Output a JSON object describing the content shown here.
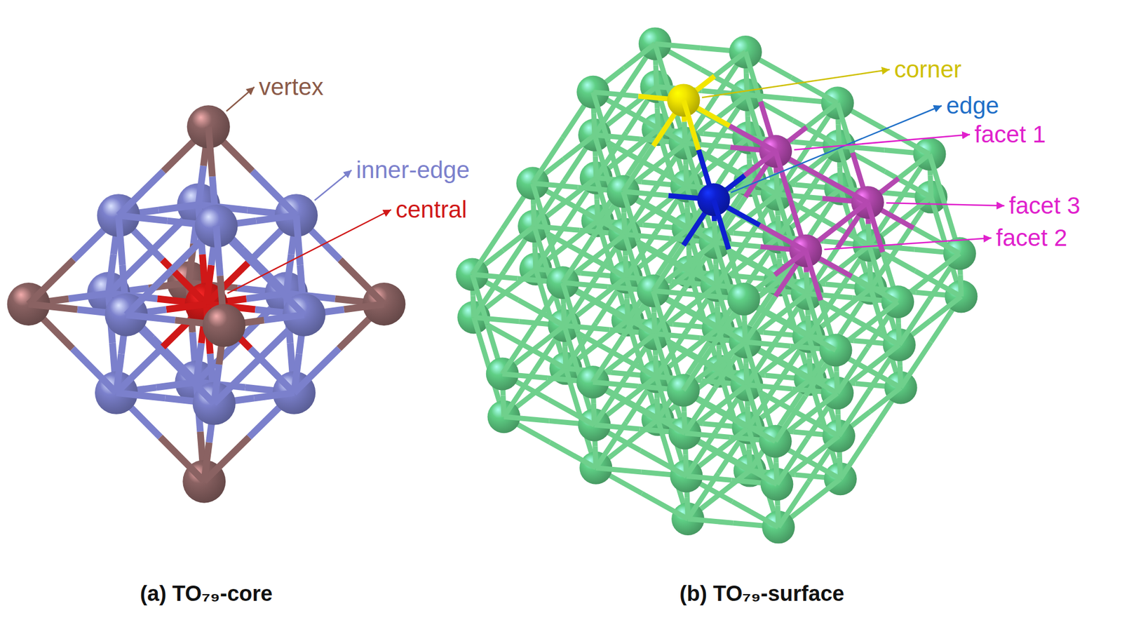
{
  "diagram": {
    "labels": [
      "vertex",
      "inner-edge",
      "central",
      "corner",
      "edge",
      "facet 1",
      "facet 3",
      "facet 2",
      "(a) TO₇₉-core",
      "(b) TO₇₉-surface"
    ]
  }
}
